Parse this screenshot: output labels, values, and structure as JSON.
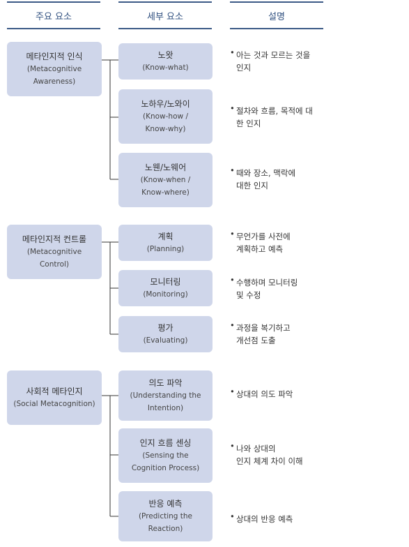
{
  "headers": {
    "main": "주요 요소",
    "sub": "세부 요소",
    "desc": "설명"
  },
  "groups": [
    {
      "main": {
        "ko": "메타인지적 인식",
        "en": "(Metacognitive\nAwareness)"
      },
      "items": [
        {
          "ko": "노왓",
          "en": "(Know-what)",
          "desc": "아는 것과 모르는 것을\n인지"
        },
        {
          "ko": "노하우/노와이",
          "en": "(Know-how /\nKnow-why)",
          "desc": "절차와 흐름, 목적에 대\n한 인지"
        },
        {
          "ko": "노웬/노웨어",
          "en": "(Know-when /\nKnow-where)",
          "desc": "때와 장소, 맥락에\n대한 인지"
        }
      ]
    },
    {
      "main": {
        "ko": "메타인지적 컨트롤",
        "en": "(Metacognitive\nControl)"
      },
      "items": [
        {
          "ko": "계획",
          "en": "(Planning)",
          "desc": "무언가를 사전에\n계획하고 예측"
        },
        {
          "ko": "모니터링",
          "en": "(Monitoring)",
          "desc": "수행하며 모니터링\n및 수정"
        },
        {
          "ko": "평가",
          "en": "(Evaluating)",
          "desc": "과정을 복기하고\n개선점 도출"
        }
      ]
    },
    {
      "main": {
        "ko": "사회적 메타인지",
        "en": "(Social Metacognition)"
      },
      "items": [
        {
          "ko": "의도 파악",
          "en": "(Understanding the\nIntention)",
          "desc": "상대의 의도 파악"
        },
        {
          "ko": "인지 흐름 센싱",
          "en": "(Sensing the\nCognition Process)",
          "desc": "나와 상대의\n인지 체계 차이 이해"
        },
        {
          "ko": "반응 예측",
          "en": "(Predicting the\nReaction)",
          "desc": "상대의 반응 예측"
        }
      ]
    }
  ],
  "bullet": "•",
  "colors": {
    "header_line": "#3c5a86",
    "header_text": "#2f4f7f",
    "box_fill": "#cfd6ea",
    "connector": "#333333"
  }
}
